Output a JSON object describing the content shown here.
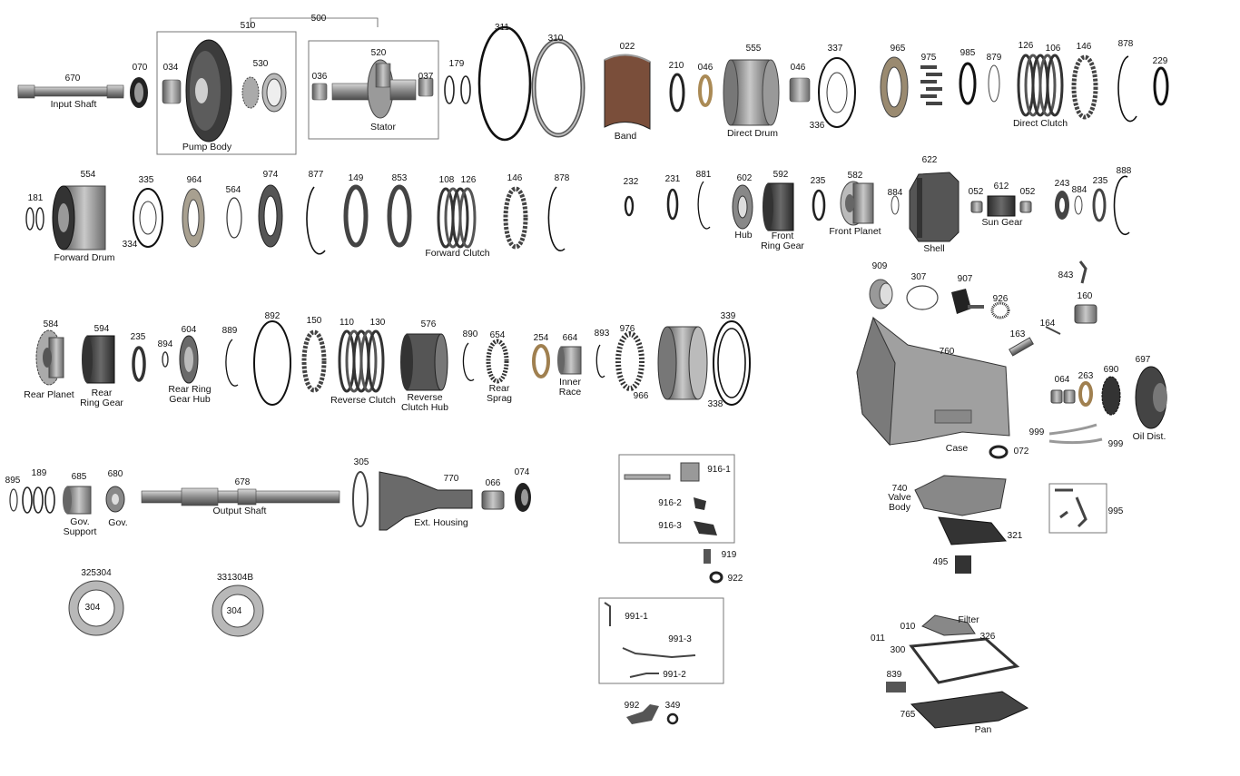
{
  "parts": [
    {
      "num": "670",
      "label": "Input Shaft"
    },
    {
      "num": "070"
    },
    {
      "num": "510"
    },
    {
      "num": "034"
    },
    {
      "num": "530"
    },
    {
      "label": "Pump Body"
    },
    {
      "num": "500"
    },
    {
      "num": "520"
    },
    {
      "num": "036"
    },
    {
      "num": "037"
    },
    {
      "label": "Stator"
    },
    {
      "num": "179"
    },
    {
      "num": "311"
    },
    {
      "num": "310"
    },
    {
      "num": "022",
      "label": "Band"
    },
    {
      "num": "210"
    },
    {
      "num": "046"
    },
    {
      "num": "555",
      "label": "Direct Drum"
    },
    {
      "num": "046"
    },
    {
      "num": "337"
    },
    {
      "num": "336"
    },
    {
      "num": "965"
    },
    {
      "num": "975"
    },
    {
      "num": "985"
    },
    {
      "num": "879"
    },
    {
      "num": "126"
    },
    {
      "num": "106"
    },
    {
      "label": "Direct Clutch"
    },
    {
      "num": "146"
    },
    {
      "num": "878"
    },
    {
      "num": "229"
    },
    {
      "num": "181"
    },
    {
      "num": "554",
      "label": "Forward Drum"
    },
    {
      "num": "335"
    },
    {
      "num": "334"
    },
    {
      "num": "964"
    },
    {
      "num": "564"
    },
    {
      "num": "974"
    },
    {
      "num": "877"
    },
    {
      "num": "149"
    },
    {
      "num": "853"
    },
    {
      "num": "108"
    },
    {
      "num": "126"
    },
    {
      "label": "Forward Clutch"
    },
    {
      "num": "146"
    },
    {
      "num": "878"
    },
    {
      "num": "232"
    },
    {
      "num": "231"
    },
    {
      "num": "881"
    },
    {
      "num": "602",
      "label": "Hub"
    },
    {
      "num": "592",
      "label": "Front\nRing Gear"
    },
    {
      "num": "235"
    },
    {
      "num": "582",
      "label": "Front Planet"
    },
    {
      "num": "884"
    },
    {
      "num": "622",
      "label": "Shell"
    },
    {
      "num": "052"
    },
    {
      "num": "612"
    },
    {
      "num": "052"
    },
    {
      "label": "Sun Gear"
    },
    {
      "num": "243"
    },
    {
      "num": "884"
    },
    {
      "num": "235"
    },
    {
      "num": "888"
    },
    {
      "num": "584",
      "label": "Rear Planet"
    },
    {
      "num": "594",
      "label": "Rear\nRing Gear"
    },
    {
      "num": "235"
    },
    {
      "num": "894"
    },
    {
      "num": "604",
      "label": "Rear Ring\nGear Hub"
    },
    {
      "num": "889"
    },
    {
      "num": "892"
    },
    {
      "num": "150"
    },
    {
      "num": "110"
    },
    {
      "num": "130"
    },
    {
      "label": "Reverse Clutch"
    },
    {
      "num": "576",
      "label": "Reverse\nClutch Hub"
    },
    {
      "num": "890"
    },
    {
      "num": "654",
      "label": "Rear\nSprag"
    },
    {
      "num": "254"
    },
    {
      "num": "664",
      "label": "Inner\nRace"
    },
    {
      "num": "893"
    },
    {
      "num": "976"
    },
    {
      "num": "966"
    },
    {
      "num": "339"
    },
    {
      "num": "338"
    },
    {
      "num": "895"
    },
    {
      "num": "189"
    },
    {
      "num": "685",
      "label": "Gov.\nSupport"
    },
    {
      "num": "680",
      "label": "Gov."
    },
    {
      "num": "678",
      "label": "Output Shaft"
    },
    {
      "num": "305"
    },
    {
      "num": "770",
      "label": "Ext. Housing"
    },
    {
      "num": "066"
    },
    {
      "num": "074"
    },
    {
      "num": "325304"
    },
    {
      "num": "304"
    },
    {
      "num": "331304B"
    },
    {
      "num": "304"
    },
    {
      "num": "909"
    },
    {
      "num": "307"
    },
    {
      "num": "907"
    },
    {
      "num": "926"
    },
    {
      "num": "843"
    },
    {
      "num": "160"
    },
    {
      "num": "164"
    },
    {
      "num": "163"
    },
    {
      "num": "760",
      "label": "Case"
    },
    {
      "num": "064"
    },
    {
      "num": "263"
    },
    {
      "num": "690"
    },
    {
      "num": "697",
      "label": "Oil Dist."
    },
    {
      "num": "999"
    },
    {
      "num": "999"
    },
    {
      "num": "072"
    },
    {
      "num": "740",
      "label": "Valve\nBody"
    },
    {
      "num": "321"
    },
    {
      "num": "495"
    },
    {
      "num": "995"
    },
    {
      "num": "916-1"
    },
    {
      "num": "916-2"
    },
    {
      "num": "916-3"
    },
    {
      "num": "919"
    },
    {
      "num": "922"
    },
    {
      "num": "991-1"
    },
    {
      "num": "991-3"
    },
    {
      "num": "991-2"
    },
    {
      "num": "992"
    },
    {
      "num": "349"
    },
    {
      "num": "010",
      "label": "Filter"
    },
    {
      "num": "011"
    },
    {
      "num": "300"
    },
    {
      "num": "326"
    },
    {
      "num": "839"
    },
    {
      "num": "765",
      "label": "Pan"
    }
  ],
  "colors": {
    "ink": "#111111",
    "metal_dark": "#3a3a3a",
    "metal_mid": "#8a8a8a",
    "metal_light": "#c8c8c8",
    "frame": "#777777"
  }
}
